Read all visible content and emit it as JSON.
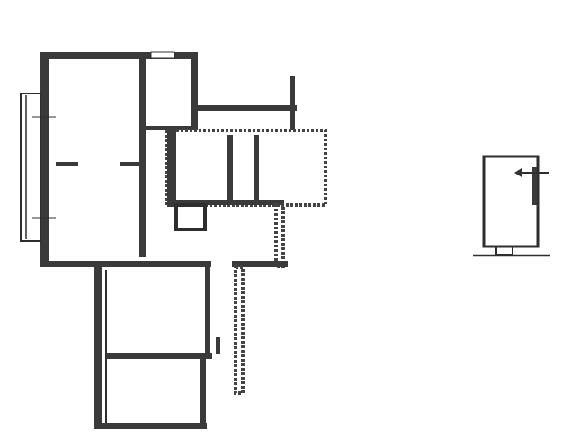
{
  "colors": {
    "background": "#ffffff",
    "wall": "#3a3a3a",
    "line": "#2e2e2e"
  },
  "drawing": {
    "type": "floor-plan",
    "elements": [
      "main-unit-plan",
      "detached-structure-plan"
    ]
  }
}
